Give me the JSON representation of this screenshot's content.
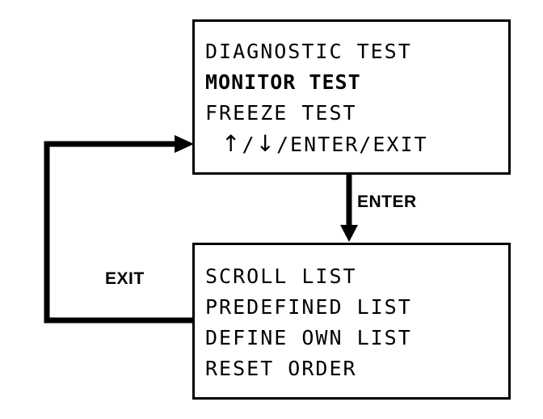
{
  "top_screen": {
    "lines": [
      "DIAGNOSTIC TEST",
      "MONITOR TEST",
      "FREEZE TEST"
    ],
    "nav": {
      "up_arrow": "↑",
      "down_arrow": "↓",
      "separator": "/",
      "rest": "/ENTER/EXIT"
    }
  },
  "bottom_screen": {
    "lines": [
      "SCROLL LIST",
      "PREDEFINED LIST",
      "DEFINE OWN LIST",
      "RESET ORDER"
    ]
  },
  "flow": {
    "enter_label": "ENTER",
    "exit_label": "EXIT"
  }
}
